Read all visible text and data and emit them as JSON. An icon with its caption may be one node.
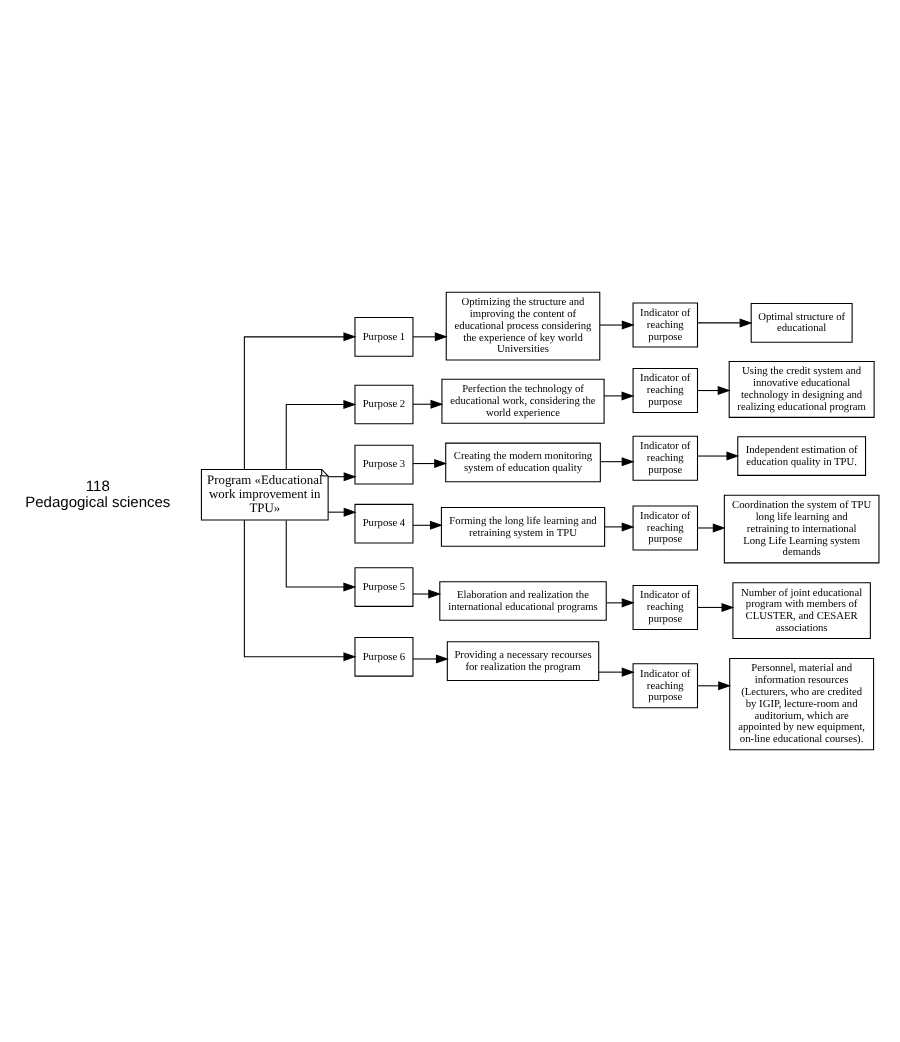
{
  "diagram": {
    "nodes": [
      {
        "text": [
          "Program «Educational work improvement in TPU»"
        ]
      },
      {
        "text": [
          "Purpose 1"
        ]
      },
      {
        "text": [
          "Optimizing the structure and improving the content of educational process considering the experience of key world Universities"
        ]
      },
      {
        "text": [
          "Indicator of reaching purpose"
        ]
      },
      {
        "text": [
          "Optimal structure of educational"
        ]
      },
      {
        "text": [
          "Purpose 2"
        ]
      },
      {
        "text": [
          "Perfection the technology of educational work, considering the world experience"
        ]
      },
      {
        "text": [
          "Indicator of reaching purpose"
        ]
      },
      {
        "text": [
          "Using the credit system and innovative educational technology in designing and realizing educational program"
        ]
      },
      {
        "text": [
          "Purpose 3"
        ]
      },
      {
        "text": [
          "Creating the modern monitoring system of education quality"
        ]
      },
      {
        "text": [
          "Indicator of reaching purpose"
        ]
      },
      {
        "text": [
          "Independent estimation of education quality in TPU."
        ]
      },
      {
        "text": [
          "Purpose 4"
        ]
      },
      {
        "text": [
          "Forming the long life learning and retraining system in TPU"
        ]
      },
      {
        "text": [
          "Indicator of reaching purpose"
        ]
      },
      {
        "text": [
          "Coordination the system of TPU long life learning and retraining to international Long Life Learning system demands"
        ]
      },
      {
        "text": [
          "Purpose 5"
        ]
      },
      {
        "text": [
          "Elaboration and realization the international educational programs"
        ]
      },
      {
        "text": [
          "Indicator of reaching purpose"
        ]
      },
      {
        "text": [
          "Number of joint educational program with members of CLUSTER, and CESAER associations"
        ]
      },
      {
        "text": [
          "Purpose 6"
        ]
      },
      {
        "text": [
          "Providing a necessary recourses for realization the program"
        ]
      },
      {
        "text": [
          "Indicator of reaching purpose"
        ]
      },
      {
        "text": [
          "Personnel, material and information resources (Lecturers, who are credited by IGIP, lecture-room and auditorium, which are appointed by new equipment, on-line educational courses)."
        ]
      }
    ],
    "edges": [
      {
        "from": 0,
        "to": 1,
        "arrow": "to"
      },
      {
        "from": 0,
        "to": 5,
        "arrow": "to"
      },
      {
        "from": 0,
        "to": 9,
        "arrow": "to"
      },
      {
        "from": 0,
        "to": 13,
        "arrow": "to"
      },
      {
        "from": 0,
        "to": 17,
        "arrow": "to"
      },
      {
        "from": 0,
        "to": 21,
        "arrow": "to"
      },
      {
        "from": 1,
        "to": 2,
        "arrow": "to"
      },
      {
        "from": 2,
        "to": 3,
        "arrow": "to"
      },
      {
        "from": 3,
        "to": 4,
        "arrow": "to"
      },
      {
        "from": 5,
        "to": 6,
        "arrow": "to"
      },
      {
        "from": 6,
        "to": 7,
        "arrow": "to"
      },
      {
        "from": 7,
        "to": 8,
        "arrow": "to"
      },
      {
        "from": 9,
        "to": 10,
        "arrow": "to"
      },
      {
        "from": 10,
        "to": 11,
        "arrow": "to"
      },
      {
        "from": 11,
        "to": 12,
        "arrow": "to"
      },
      {
        "from": 13,
        "to": 14,
        "arrow": "to"
      },
      {
        "from": 14,
        "to": 15,
        "arrow": "to"
      },
      {
        "from": 15,
        "to": 16,
        "arrow": "to"
      },
      {
        "from": 17,
        "to": 18,
        "arrow": "to"
      },
      {
        "from": 18,
        "to": 19,
        "arrow": "to"
      },
      {
        "from": 19,
        "to": 20,
        "arrow": "to"
      },
      {
        "from": 21,
        "to": 22,
        "arrow": "to"
      },
      {
        "from": 22,
        "to": 23,
        "arrow": "to"
      },
      {
        "from": 23,
        "to": 24,
        "arrow": "to"
      }
    ],
    "labels": [
      "118",
      "Pedagogical sciences"
    ]
  }
}
